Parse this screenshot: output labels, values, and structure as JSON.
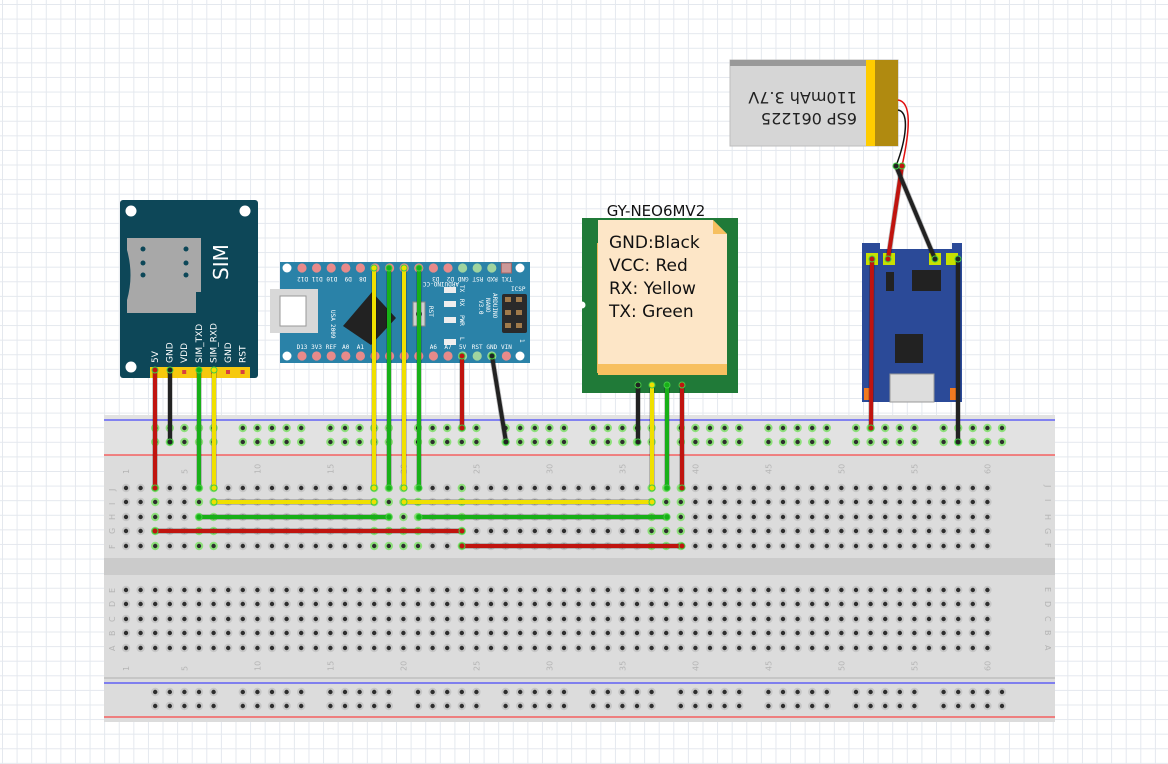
{
  "breadboard": {
    "column_numbers": [
      "1",
      "5",
      "10",
      "15",
      "20",
      "25",
      "30",
      "35",
      "40",
      "45",
      "50",
      "55",
      "60"
    ],
    "top_rows": [
      "J",
      "I",
      "H",
      "G",
      "F"
    ],
    "bottom_rows": [
      "E",
      "D",
      "C",
      "B",
      "A"
    ],
    "rail_colors": {
      "negative": "#2222ff",
      "positive": "#ff2222"
    }
  },
  "sim_module": {
    "title": "SIM",
    "pins": [
      "5V",
      "GND",
      "VDD",
      "SIM_TXD",
      "SIM_RXD",
      "GND",
      "RST"
    ]
  },
  "arduino": {
    "top_pins": [
      "D12",
      "D11",
      "D10",
      "D9",
      "D8",
      "",
      "",
      "",
      "",
      "D3",
      "D2",
      "GND",
      "RST",
      "RXD",
      "TX1"
    ],
    "bottom_pins": [
      "D13",
      "3V3",
      "REF",
      "A0",
      "A1",
      "",
      "",
      "",
      "",
      "A6",
      "A7",
      "5V",
      "RST",
      "GND",
      "VIN"
    ],
    "brand": "ARDUINO-CC",
    "usa": "USA",
    "year": "2009",
    "rst": "RST",
    "leds": [
      "TX",
      "RX",
      "PWR",
      "L"
    ],
    "model_line1": "ARDUINO",
    "model_line2": "NANO",
    "model_line3": "V3.0",
    "icsp": "ICSP",
    "icsp_pin1": "1"
  },
  "gps": {
    "title": "GY-NEO6MV2",
    "notes": [
      "GND:Black",
      "VCC: Red",
      "RX: Yellow",
      "TX: Green"
    ]
  },
  "battery": {
    "line1": "110mAh 3.7V",
    "line2": "6SP 061225"
  },
  "wire_colors": {
    "red": "#c0140f",
    "black": "#222222",
    "yellow": "#f0e000",
    "green": "#18b018"
  }
}
